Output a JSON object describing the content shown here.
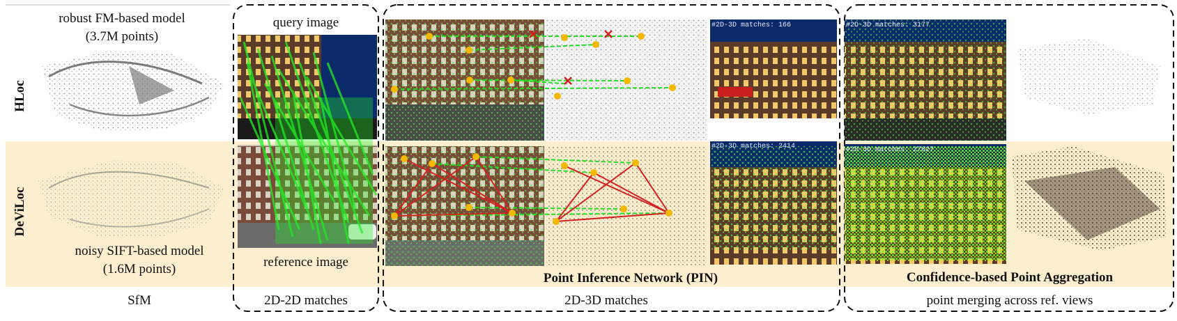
{
  "rows": {
    "top": {
      "label": "HLoc"
    },
    "bottom": {
      "label": "DeViLoc"
    }
  },
  "sfm": {
    "top_model_line1": "robust FM-based model",
    "top_model_line2": "(3.7M points)",
    "bottom_model_line1": "noisy SIFT-based model",
    "bottom_model_line2": "(1.6M points)",
    "caption": "SfM"
  },
  "matches2d2d": {
    "query_label": "query image",
    "reference_label": "reference image",
    "caption": "2D-2D matches"
  },
  "matches2d3d": {
    "top_count": "#2D-3D matches: 166",
    "bottom_count": "#2D-3D matches: 2414",
    "module_title": "Point Inference Network (PIN)",
    "caption": "2D-3D matches"
  },
  "aggregation": {
    "top_count": "#2D-3D matches: 3177",
    "bottom_count": "#2D-3D matches: 27827",
    "module_title": "Confidence-based Point Aggregation",
    "caption": "point merging across ref. views"
  },
  "colors": {
    "highlight_band": "#fbefcf",
    "match_green": "#22ee22",
    "keypoint_orange": "#f5b800",
    "wrong_red": "#d42020",
    "night_sky": "#0a2a6a",
    "dashed_border": "#111111"
  }
}
